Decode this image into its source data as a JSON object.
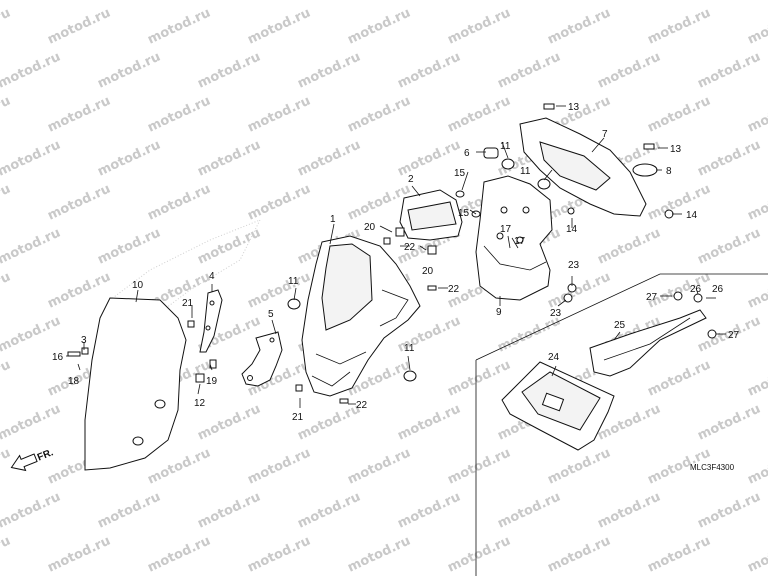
{
  "watermark": {
    "text": "motod.ru"
  },
  "drawing_code": "MLC3F4300",
  "front_indicator": "FR.",
  "callouts": {
    "c1": "1",
    "c2": "2",
    "c3": "3",
    "c4": "4",
    "c5": "5",
    "c6": "6",
    "c7": "7",
    "c8": "8",
    "c9": "9",
    "c10": "10",
    "c11a": "11",
    "c11b": "11",
    "c11c": "11",
    "c11d": "11",
    "c12": "12",
    "c13a": "13",
    "c13b": "13",
    "c14a": "14",
    "c14b": "14",
    "c15a": "15",
    "c15b": "15",
    "c16": "16",
    "c17a": "17",
    "c17b": "17",
    "c18": "18",
    "c19": "19",
    "c20a": "20",
    "c20b": "20",
    "c21a": "21",
    "c21b": "21",
    "c22a": "22",
    "c22b": "22",
    "c22c": "22",
    "c23a": "23",
    "c23b": "23",
    "c24": "24",
    "c25": "25",
    "c26a": "26",
    "c26b": "26",
    "c27a": "27",
    "c27b": "27"
  },
  "colors": {
    "line": "#111111",
    "watermark": "#c9c9c9",
    "background": "#ffffff"
  }
}
